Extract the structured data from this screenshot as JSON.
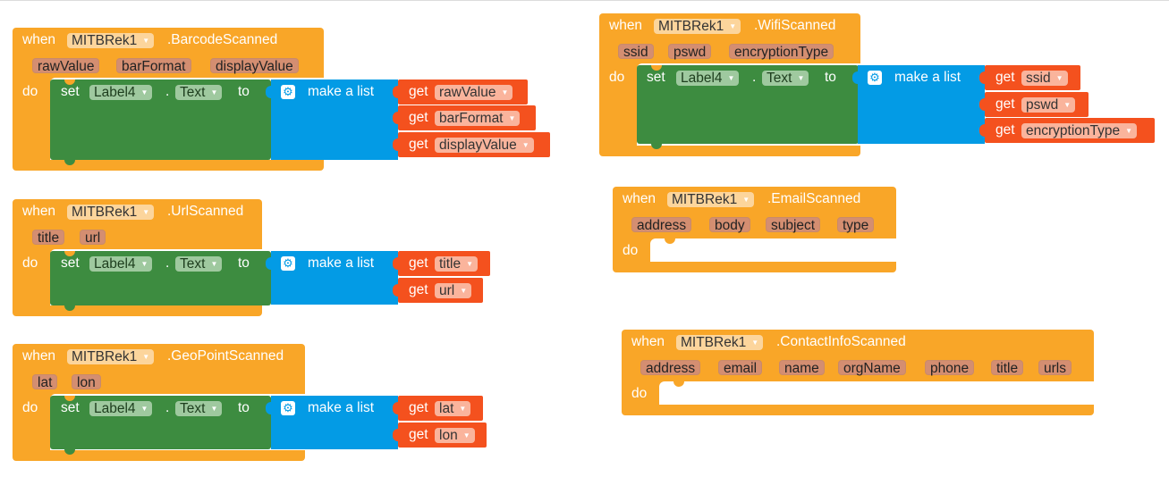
{
  "kw": {
    "when": "when",
    "do": "do",
    "set": "set",
    "to": "to",
    "make_list": "make a list",
    "get": "get",
    "dot": "."
  },
  "component": "MITBRek1",
  "target": {
    "component": "Label4",
    "property": "Text"
  },
  "events": {
    "barcode": {
      "name": ".BarcodeScanned",
      "params": [
        "rawValue",
        "barFormat",
        "displayValue"
      ],
      "gets": [
        "rawValue",
        "barFormat",
        "displayValue"
      ]
    },
    "url": {
      "name": ".UrlScanned",
      "params": [
        "title",
        "url"
      ],
      "gets": [
        "title",
        "url"
      ]
    },
    "geo": {
      "name": ".GeoPointScanned",
      "params": [
        "lat",
        "lon"
      ],
      "gets": [
        "lat",
        "lon"
      ]
    },
    "wifi": {
      "name": ".WifiScanned",
      "params": [
        "ssid",
        "pswd",
        "encryptionType"
      ],
      "gets": [
        "ssid",
        "pswd",
        "encryptionType"
      ]
    },
    "email": {
      "name": ".EmailScanned",
      "params": [
        "address",
        "body",
        "subject",
        "type"
      ]
    },
    "contact": {
      "name": ".ContactInfoScanned",
      "params": [
        "address",
        "email",
        "name",
        "orgName",
        "phone",
        "title",
        "urls"
      ]
    }
  },
  "icons": {
    "gear": "gear-icon",
    "dropdown": "dropdown-arrow-icon"
  },
  "colors": {
    "event": "#f9a628",
    "setter": "#3d8c40",
    "list": "#039be5",
    "getter": "#f4511e"
  }
}
